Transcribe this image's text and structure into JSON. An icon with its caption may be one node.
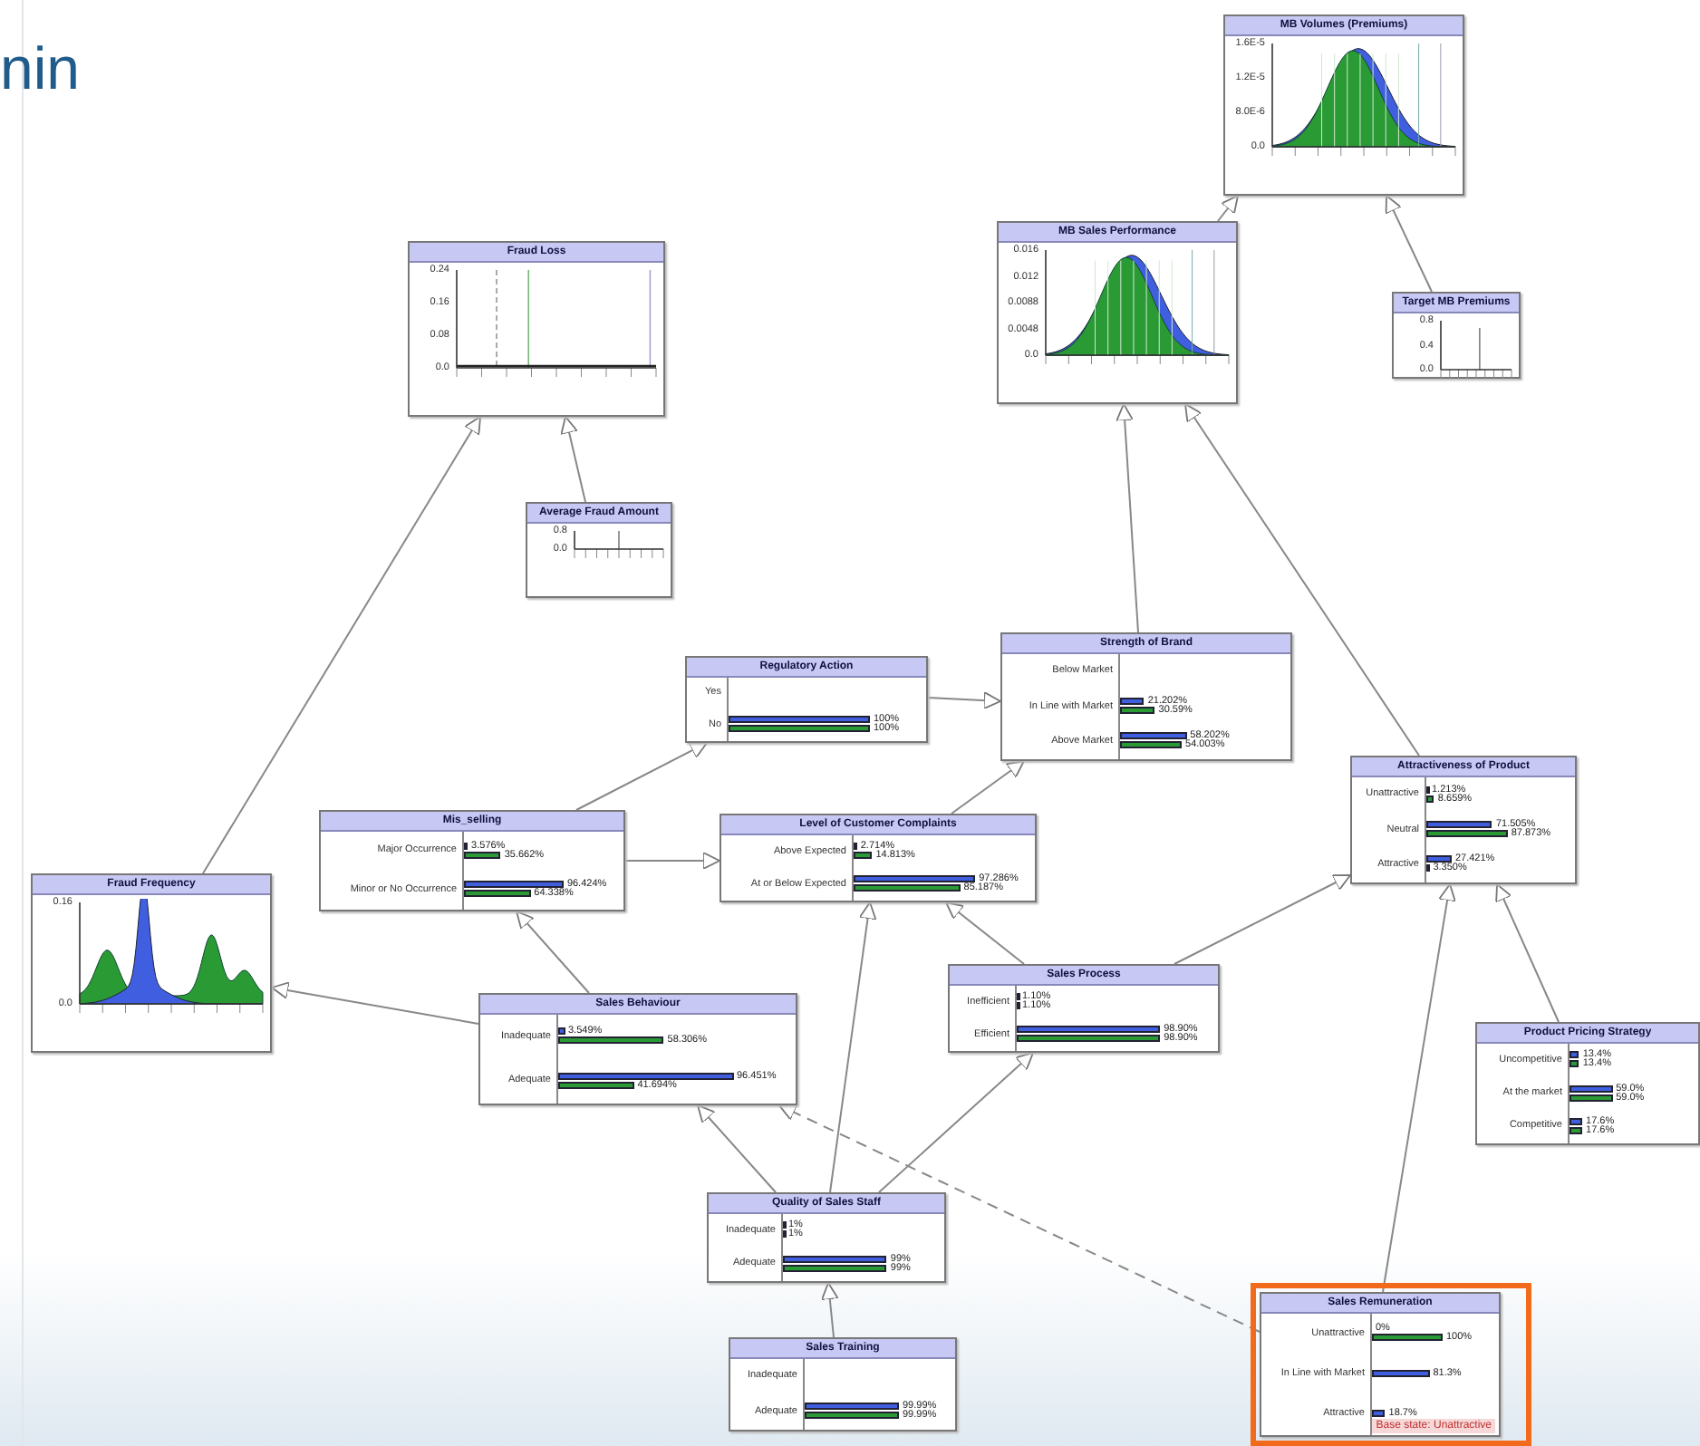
{
  "diagram": {
    "title": "nin",
    "nodes": [
      {
        "text": [
          "Fraud Loss",
          "0.24",
          "0.16",
          "0.08",
          "0.0"
        ]
      },
      {
        "text": [
          "Average Fraud Amount",
          "0.8",
          "0.0"
        ]
      },
      {
        "text": [
          "MB Volumes (Premiums)",
          "1.6E-5",
          "1.2E-5",
          "8.0E-6",
          "0.0"
        ]
      },
      {
        "text": [
          "MB Sales Performance",
          "0.016",
          "0.012",
          "0.0088",
          "0.0048",
          "0.0"
        ]
      },
      {
        "text": [
          "Target MB Premiums",
          "0.8",
          "0.4",
          "0.0"
        ]
      },
      {
        "text": [
          "Regulatory Action",
          "Yes",
          "No",
          "100%",
          "100%"
        ]
      },
      {
        "text": [
          "Strength of Brand",
          "Below Market",
          "In Line with Market",
          "Above Market",
          "21.202%",
          "30.59%",
          "58.202%",
          "54.003%"
        ]
      },
      {
        "text": [
          "Attractiveness of Product",
          "Unattractive",
          "Neutral",
          "Attractive",
          "1.213%",
          "8.659%",
          "71.505%",
          "87.873%",
          "27.421%",
          "3.350%"
        ]
      },
      {
        "text": [
          "Mis_selling",
          "Major Occurrence",
          "Minor or No Occurrence",
          "3.576%",
          "35.662%",
          "96.424%",
          "64.338%"
        ]
      },
      {
        "text": [
          "Level of Customer Complaints",
          "Above Expected",
          "At or Below Expected",
          "2.714%",
          "14.813%",
          "97.286%",
          "85.187%"
        ]
      },
      {
        "text": [
          "Fraud Frequency",
          "0.16",
          "0.0"
        ]
      },
      {
        "text": [
          "Sales Process",
          "Inefficient",
          "Efficient",
          "1.10%",
          "1.10%",
          "98.90%",
          "98.90%"
        ]
      },
      {
        "text": [
          "Sales Behaviour",
          "Inadequate",
          "Adequate",
          "3.549%",
          "58.306%",
          "96.451%",
          "41.694%"
        ]
      },
      {
        "text": [
          "Product Pricing Strategy",
          "Uncompetitive",
          "At the market",
          "Competitive",
          "13.4%",
          "13.4%",
          "59.0%",
          "59.0%",
          "17.6%",
          "17.6%"
        ]
      },
      {
        "text": [
          "Quality of Sales Staff",
          "Inadequate",
          "Adequate",
          "1%",
          "1%",
          "99%",
          "99%"
        ]
      },
      {
        "text": [
          "Sales Remuneration",
          "Unattractive",
          "In Line with Market",
          "Attractive",
          "0%",
          "100%",
          "81.3%",
          "18.7%",
          "Base state: Unattractive"
        ]
      },
      {
        "text": [
          "Sales Training",
          "Inadequate",
          "Adequate",
          "99.99%",
          "99.99%"
        ]
      }
    ],
    "edges": [
      {
        "from": 10,
        "to": 0,
        "arrow": "to"
      },
      {
        "from": 1,
        "to": 0,
        "arrow": "to"
      },
      {
        "from": 3,
        "to": 2,
        "arrow": "to"
      },
      {
        "from": 4,
        "to": 2,
        "arrow": "to"
      },
      {
        "from": 6,
        "to": 3,
        "arrow": "to"
      },
      {
        "from": 7,
        "to": 3,
        "arrow": "to"
      },
      {
        "from": 5,
        "to": 6,
        "arrow": "to"
      },
      {
        "from": 9,
        "to": 6,
        "arrow": "to"
      },
      {
        "from": 8,
        "to": 5,
        "arrow": "to"
      },
      {
        "from": 8,
        "to": 9,
        "arrow": "to"
      },
      {
        "from": 12,
        "to": 8,
        "arrow": "to"
      },
      {
        "from": 12,
        "to": 10,
        "arrow": "to"
      },
      {
        "from": 11,
        "to": 9,
        "arrow": "to"
      },
      {
        "from": 11,
        "to": 7,
        "arrow": "to"
      },
      {
        "from": 13,
        "to": 7,
        "arrow": "to"
      },
      {
        "from": 15,
        "to": 7,
        "arrow": "to"
      },
      {
        "from": 14,
        "to": 12,
        "arrow": "to"
      },
      {
        "from": 14,
        "to": 9,
        "arrow": "to"
      },
      {
        "from": 14,
        "to": 11,
        "arrow": "to"
      },
      {
        "from": 16,
        "to": 14,
        "arrow": "to"
      },
      {
        "from": 15,
        "to": 12,
        "arrow": "to",
        "style": "dashed"
      }
    ]
  }
}
